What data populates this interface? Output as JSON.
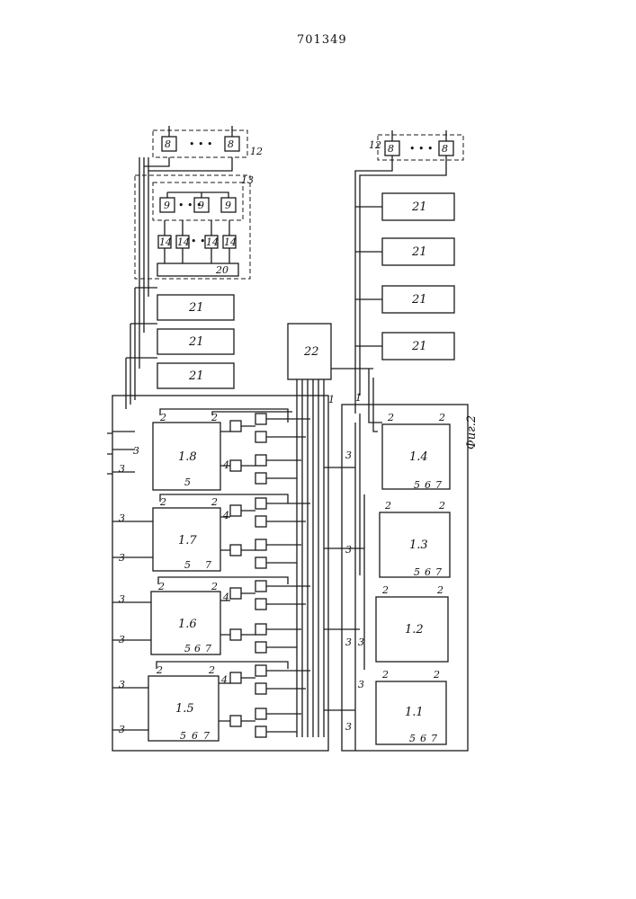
{
  "document": {
    "patent_number": "701349",
    "figure_caption": "Фиг.2"
  },
  "labels": {
    "b8": "8",
    "b9": "9",
    "b12": "12",
    "b13": "13",
    "b14": "14",
    "b20": "20",
    "b21": "21",
    "b22": "22",
    "p1": "1",
    "p2": "2",
    "p3": "3",
    "p4": "4",
    "p5": "5",
    "p6": "6",
    "p7": "7",
    "m15": "1.5",
    "m16": "1.6",
    "m17": "1.7",
    "m18": "1.8",
    "m11": "1.1",
    "m12": "1.2",
    "m13": "1.3",
    "m14": "1.4",
    "ell": "• • •"
  }
}
